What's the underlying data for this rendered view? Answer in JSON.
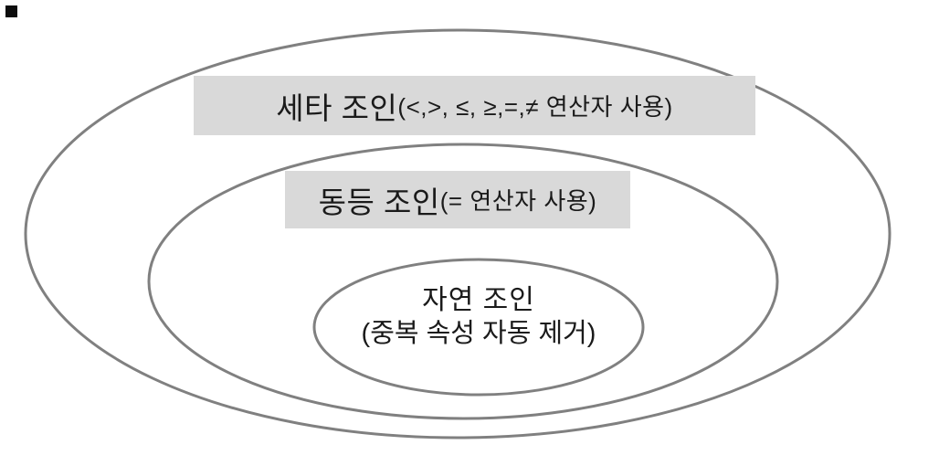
{
  "diagram": {
    "type": "nested-set-diagram",
    "topic": "relational join types",
    "colors": {
      "background": "#ffffff",
      "ellipse_stroke": "#808080",
      "label_background": "#d9d9d9",
      "text": "#1a1a1a",
      "corner_mark": "#0d0d0d"
    },
    "sets": [
      {
        "id": "theta-join",
        "title": "세타 조인",
        "detail": "(<,>, ≤, ≥,=,≠ 연산자 사용)"
      },
      {
        "id": "equi-join",
        "title": "동등 조인",
        "detail": "(= 연산자 사용)"
      },
      {
        "id": "natural-join",
        "title": "자연 조인",
        "detail": "(중복 속성 자동 제거)"
      }
    ]
  }
}
